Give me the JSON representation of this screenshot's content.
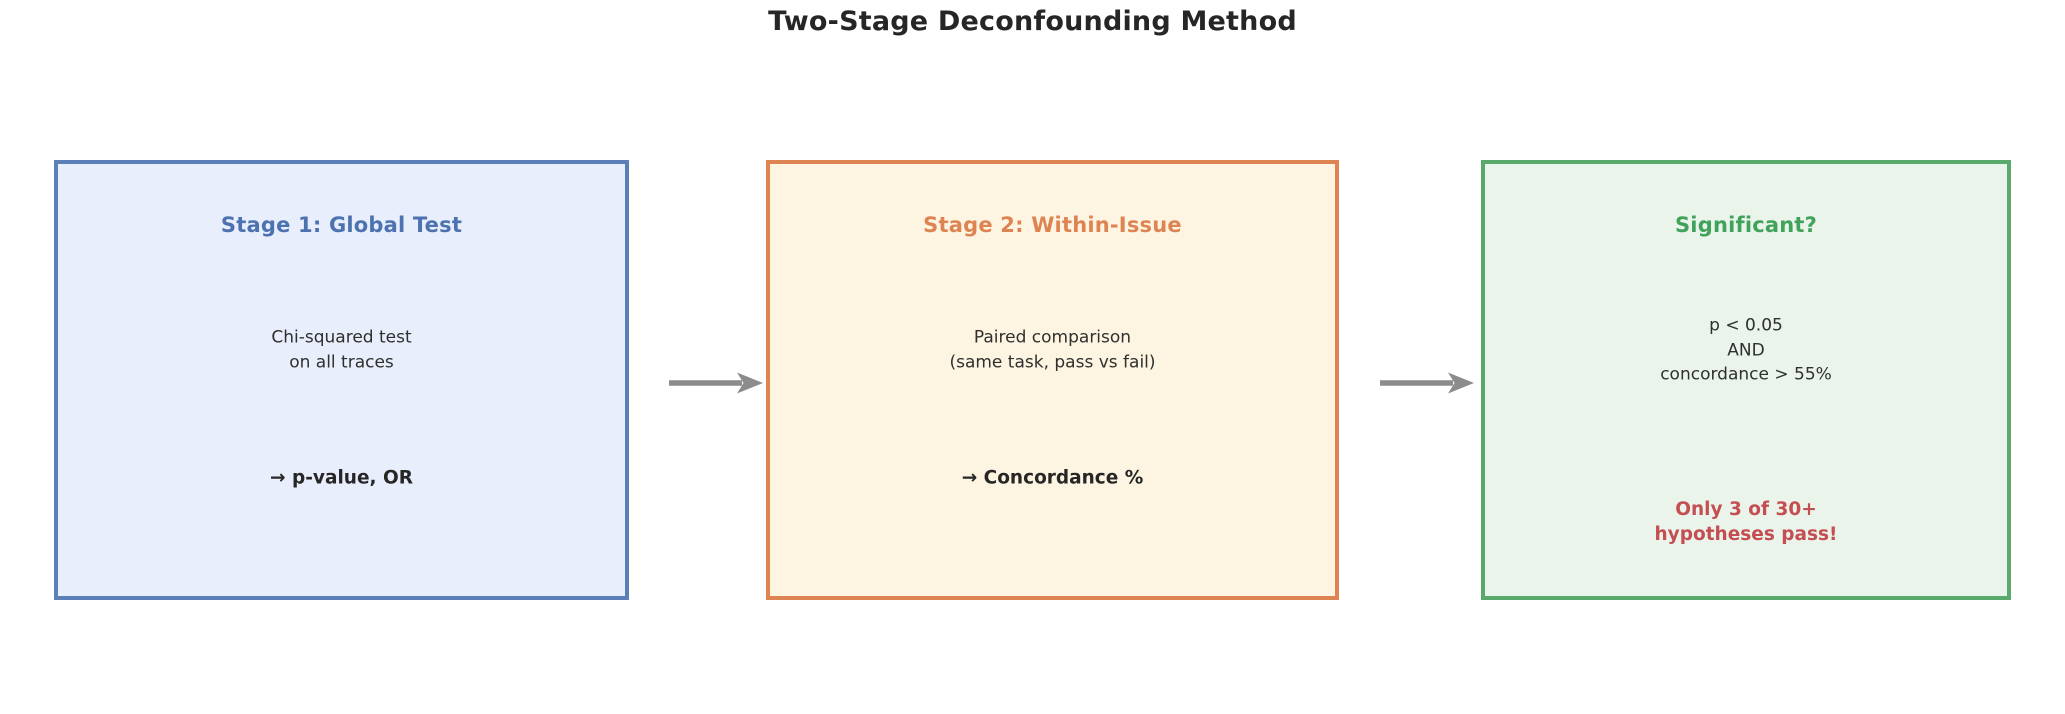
{
  "title": "Two-Stage Deconfounding Method",
  "boxes": [
    {
      "title": "Stage 1: Global Test",
      "body": "Chi-squared test\non all traces",
      "result": "→ p-value, OR",
      "fill": "#e8eefb",
      "border": "#5b80b8",
      "title_color": "#4c72b0"
    },
    {
      "title": "Stage 2: Within-Issue",
      "body": "Paired comparison\n(same task, pass vs fail)",
      "result": "→ Concordance %",
      "fill": "#fdf5e1",
      "border": "#dd8452",
      "title_color": "#dd8452"
    },
    {
      "title": "Significant?",
      "body": "p < 0.05\nAND\nconcordance > 55%",
      "note": "Only 3 of 30+\nhypotheses pass!",
      "fill": "#eaf4eb",
      "border": "#5aa96c",
      "title_color": "#41a25c",
      "note_color": "#c44e52"
    }
  ],
  "arrows": {
    "icon": "arrow-right",
    "color": "#8c8c8c",
    "count": 2
  },
  "text_color": "#2f2f2f",
  "title_color": "#262626",
  "background": "#ffffff"
}
